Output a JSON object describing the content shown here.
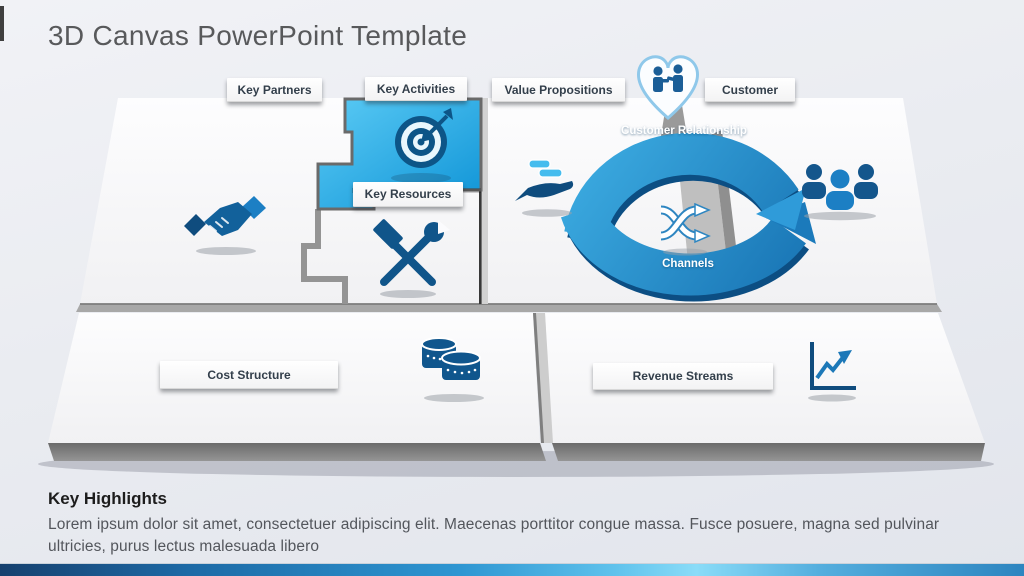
{
  "header": {
    "title": "3D Canvas PowerPoint Template"
  },
  "canvas": {
    "labels": {
      "key_partners": "Key Partners",
      "key_activities": "Key Activities",
      "value_propositions": "Value Propositions",
      "customer": "Customer",
      "key_resources": "Key Resources",
      "customer_relationship": "Customer Relationship",
      "channels": "Channels",
      "cost_structure": "Cost Structure",
      "revenue_streams": "Revenue Streams"
    },
    "icons": [
      "handshake-icon",
      "target-icon",
      "tools-icon",
      "heart-partnership-icon",
      "hand-coins-icon",
      "customers-group-icon",
      "shuffle-arrows-icon",
      "coins-stack-icon",
      "growth-chart-icon"
    ],
    "colors": {
      "puzzle_blue_light": "#52C5F1",
      "puzzle_blue_dark": "#0E93D6",
      "arrow_blue": "#2795D6",
      "icon_navy": "#0F4C7E",
      "icon_blue": "#1C7FC4"
    }
  },
  "footer": {
    "heading": "Key Highlights",
    "body": "Lorem ipsum dolor sit amet, consectetuer adipiscing elit. Maecenas porttitor congue massa. Fusce posuere, magna sed pulvinar ultricies, purus lectus malesuada libero",
    "bar_colors": [
      "#16406E",
      "#2E96D2",
      "#8ADCF8",
      "#2D85C0"
    ]
  }
}
